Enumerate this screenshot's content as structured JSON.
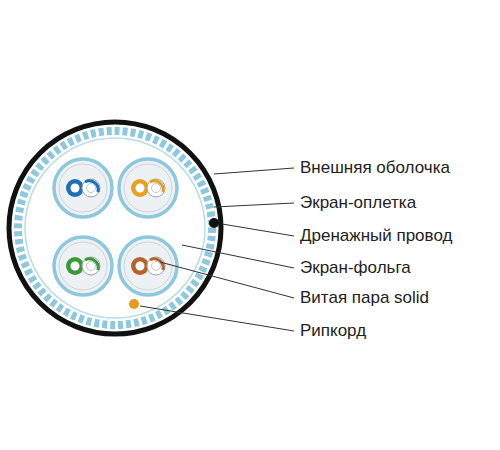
{
  "diagram": {
    "labels": [
      "Внешняя оболочка",
      "Экран-оплетка",
      "Дренажный провод",
      "Экран-фольга",
      "Витая пара solid",
      "Рипкорд"
    ]
  }
}
